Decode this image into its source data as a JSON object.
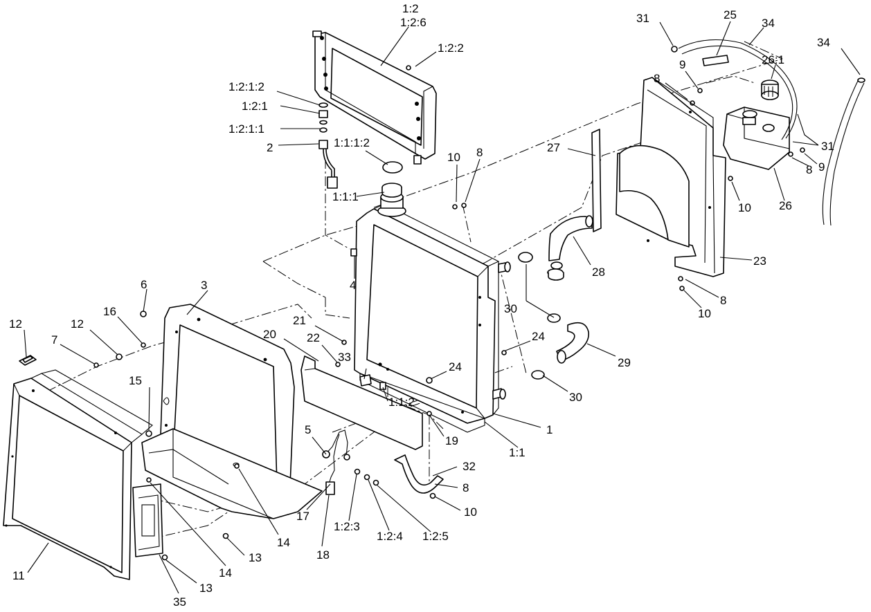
{
  "callouts": [
    {
      "id": "c-1-2",
      "text": "1:2"
    },
    {
      "id": "c-1-2-6",
      "text": "1:2:6"
    },
    {
      "id": "c-1-2-2",
      "text": "1:2:2"
    },
    {
      "id": "c-1-2-1-2",
      "text": "1:2:1:2"
    },
    {
      "id": "c-1-2-1",
      "text": "1:2:1"
    },
    {
      "id": "c-1-2-1-1",
      "text": "1:2:1:1"
    },
    {
      "id": "c-2",
      "text": "2"
    },
    {
      "id": "c-1-1-1-2",
      "text": "1:1:1:2"
    },
    {
      "id": "c-1-1-1",
      "text": "1:1:1"
    },
    {
      "id": "c-10a",
      "text": "10"
    },
    {
      "id": "c-8a",
      "text": "8"
    },
    {
      "id": "c-31a",
      "text": "31"
    },
    {
      "id": "c-25",
      "text": "25"
    },
    {
      "id": "c-34a",
      "text": "34"
    },
    {
      "id": "c-34b",
      "text": "34"
    },
    {
      "id": "c-9a",
      "text": "9"
    },
    {
      "id": "c-8b",
      "text": "8"
    },
    {
      "id": "c-26-1",
      "text": "26:1"
    },
    {
      "id": "c-31b",
      "text": "31"
    },
    {
      "id": "c-27",
      "text": "27"
    },
    {
      "id": "c-9b",
      "text": "9"
    },
    {
      "id": "c-8c",
      "text": "8"
    },
    {
      "id": "c-10b",
      "text": "10"
    },
    {
      "id": "c-26",
      "text": "26"
    },
    {
      "id": "c-28",
      "text": "28"
    },
    {
      "id": "c-23",
      "text": "23"
    },
    {
      "id": "c-4",
      "text": "4"
    },
    {
      "id": "c-8d",
      "text": "8"
    },
    {
      "id": "c-10c",
      "text": "10"
    },
    {
      "id": "c-30a",
      "text": "30"
    },
    {
      "id": "c-6",
      "text": "6"
    },
    {
      "id": "c-3",
      "text": "3"
    },
    {
      "id": "c-12a",
      "text": "12"
    },
    {
      "id": "c-12b",
      "text": "12"
    },
    {
      "id": "c-16",
      "text": "16"
    },
    {
      "id": "c-7",
      "text": "7"
    },
    {
      "id": "c-21",
      "text": "21"
    },
    {
      "id": "c-20",
      "text": "20"
    },
    {
      "id": "c-22",
      "text": "22"
    },
    {
      "id": "c-24a",
      "text": "24"
    },
    {
      "id": "c-29",
      "text": "29"
    },
    {
      "id": "c-33",
      "text": "33"
    },
    {
      "id": "c-24b",
      "text": "24"
    },
    {
      "id": "c-30b",
      "text": "30"
    },
    {
      "id": "c-15",
      "text": "15"
    },
    {
      "id": "c-1-1-2",
      "text": "1:1:2"
    },
    {
      "id": "c-1",
      "text": "1"
    },
    {
      "id": "c-19",
      "text": "19"
    },
    {
      "id": "c-1-1",
      "text": "1:1"
    },
    {
      "id": "c-5",
      "text": "5"
    },
    {
      "id": "c-32",
      "text": "32"
    },
    {
      "id": "c-8e",
      "text": "8"
    },
    {
      "id": "c-10d",
      "text": "10"
    },
    {
      "id": "c-1-2-3",
      "text": "1:2:3"
    },
    {
      "id": "c-1-2-4",
      "text": "1:2:4"
    },
    {
      "id": "c-1-2-5",
      "text": "1:2:5"
    },
    {
      "id": "c-17",
      "text": "17"
    },
    {
      "id": "c-14a",
      "text": "14"
    },
    {
      "id": "c-13a",
      "text": "13"
    },
    {
      "id": "c-18",
      "text": "18"
    },
    {
      "id": "c-11",
      "text": "11"
    },
    {
      "id": "c-14b",
      "text": "14"
    },
    {
      "id": "c-13b",
      "text": "13"
    },
    {
      "id": "c-35",
      "text": "35"
    }
  ]
}
